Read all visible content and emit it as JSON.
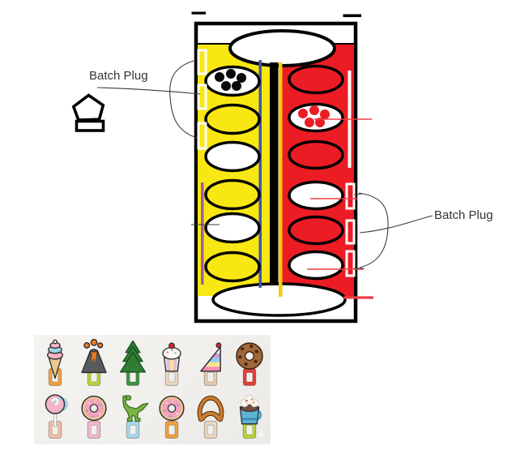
{
  "labels": {
    "batch_plug_left": "Batch Plug",
    "batch_plug_right": "Batch Plug"
  },
  "colors": {
    "yellow": "#f8e713",
    "yellow_stripe": "#f6c90d",
    "red": "#ec1c24",
    "blue_line": "#4355a8",
    "purple_line": "#a05aa8",
    "annotation_red": "#ee3f46",
    "outline": "#000000",
    "annotation_black": "#3c3c3c",
    "photo_bg": "#f1efec"
  },
  "diagram": {
    "top_tabs": 2,
    "columns": [
      {
        "side": "left",
        "color_key": "yellow",
        "cells": [
          "dots-black",
          "solid",
          "empty",
          "solid",
          "empty",
          "solid"
        ],
        "plug_slots": 3
      },
      {
        "side": "right",
        "color_key": "red",
        "cells": [
          "solid",
          "dots-red",
          "solid",
          "empty",
          "solid",
          "empty"
        ],
        "plug_slots": 3
      }
    ]
  },
  "charm_sheet": {
    "rows": [
      [
        {
          "name": "ice-cream-cone-charm",
          "clip_color": "#f0a13c"
        },
        {
          "name": "volcano-charm",
          "clip_color": "#b8d436"
        },
        {
          "name": "pine-tree-charm",
          "clip_color": "#3f9140"
        },
        {
          "name": "cupcake-charm",
          "clip_color": "#ecd9c4"
        },
        {
          "name": "cake-slice-charm",
          "clip_color": "#e3cdb2"
        },
        {
          "name": "chocolate-donut-charm",
          "clip_color": "#e23f3b"
        }
      ],
      [
        {
          "name": "lollipop-charm",
          "clip_color": "#f1c0a8"
        },
        {
          "name": "pink-donut-charm",
          "clip_color": "#f4b6cf"
        },
        {
          "name": "dinosaur-charm",
          "clip_color": "#a6d9ec"
        },
        {
          "name": "pink-donut-charm",
          "clip_color": "#f0a13c"
        },
        {
          "name": "pretzel-charm",
          "clip_color": "#e9d7c0"
        },
        {
          "name": "cocoa-mug-charm",
          "clip_color": "#b8d436"
        }
      ]
    ]
  }
}
